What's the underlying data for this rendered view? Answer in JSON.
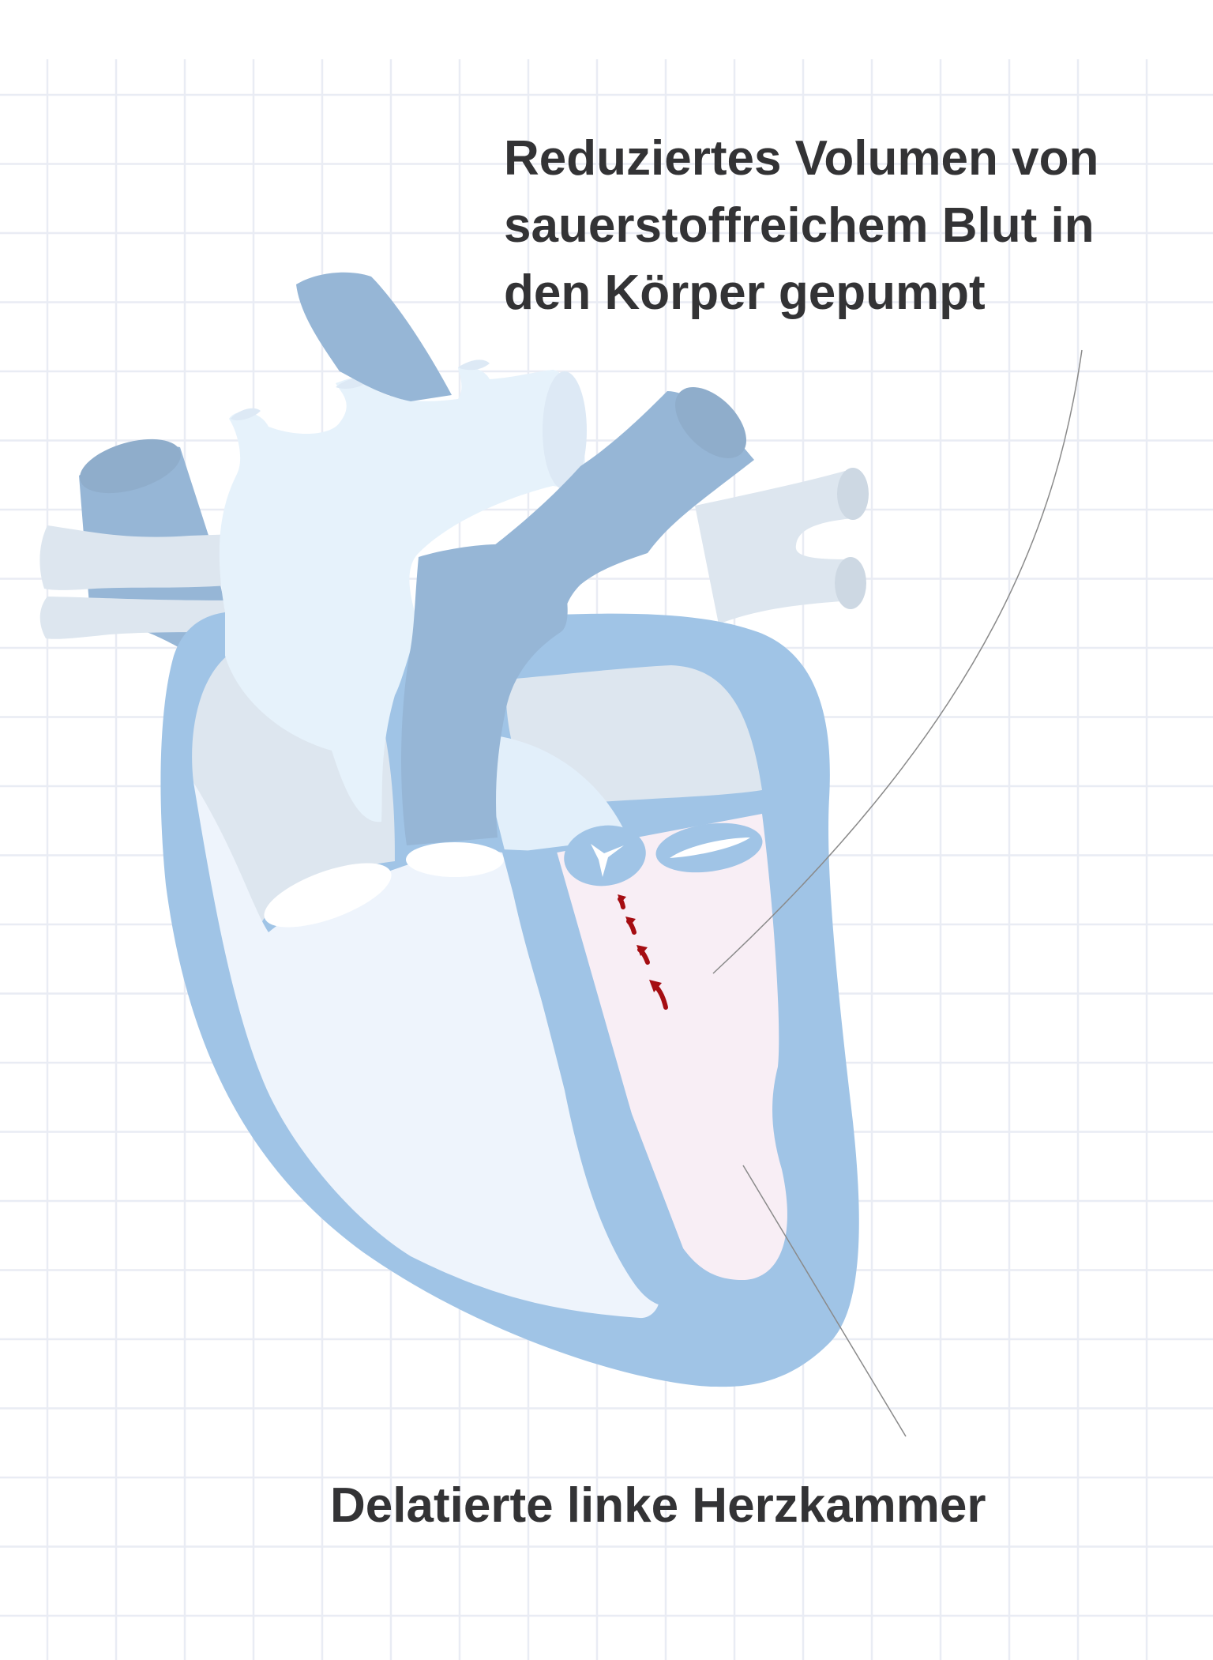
{
  "annotations": {
    "top_label_lines": [
      "Reduziertes Volumen von",
      "sauerstoffreichem Blut in",
      "den Körper gepumpt"
    ],
    "bottom_label": "Delatierte linke Herzkammer"
  },
  "colors": {
    "background": "#ffffff",
    "grid_line": "#e9ecf4",
    "text": "#333335",
    "heart_wall": "#a0c4e6",
    "vessel_dark": "#96b6d6",
    "vessel_light": "#dde6ef",
    "aorta_fill": "#e6f2fb",
    "right_ventricle": "#eef4fc",
    "left_ventricle": "#f8eef5",
    "arrow": "#a50d12",
    "leader_line": "#8a8a8a"
  }
}
